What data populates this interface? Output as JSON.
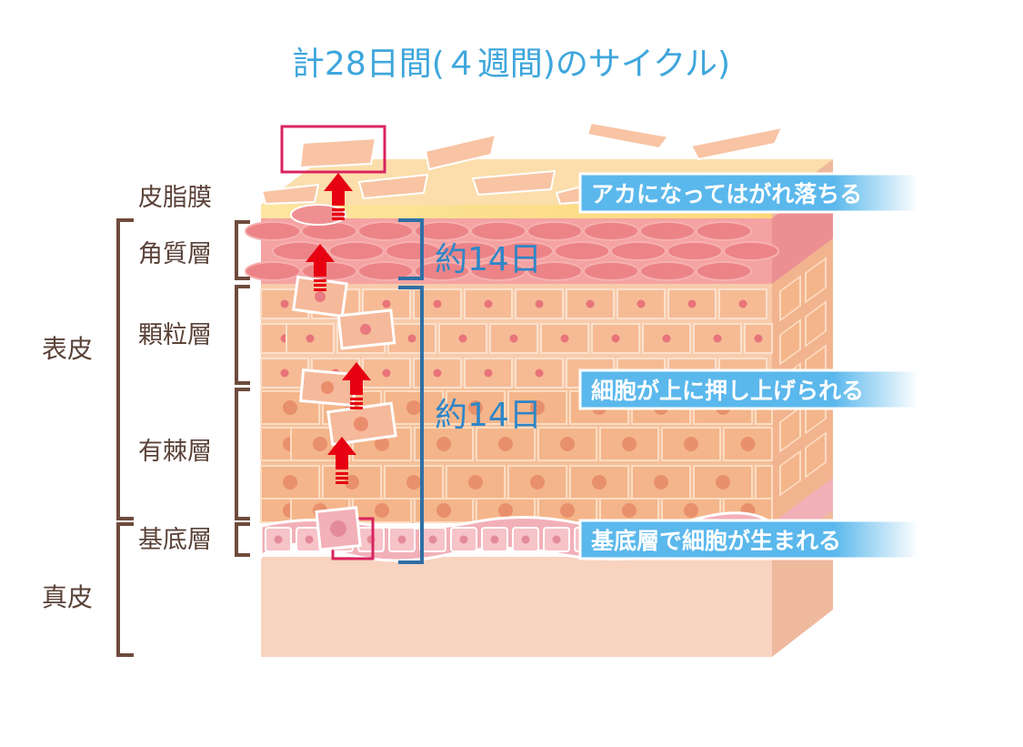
{
  "title": "計28日間(４週間)のサイクル)",
  "labels": {
    "sebum_membrane": "皮脂膜",
    "stratum_corneum": "角質層",
    "stratum_granulosum": "顆粒層",
    "stratum_spinosum": "有棘層",
    "stratum_basale": "基底層",
    "epidermis": "表皮",
    "dermis": "真皮"
  },
  "durations": {
    "upper": "約14日",
    "lower": "約14日"
  },
  "callouts": {
    "shed": "アカになってはがれ落ちる",
    "pushed_up": "細胞が上に押し上げられる",
    "born": "基底層で細胞が生まれる"
  },
  "colors": {
    "title": "#3ea6dc",
    "label": "#5a4238",
    "bracket_brown": "#6e4b3c",
    "bracket_blue": "#2f6fa5",
    "callout_bg": "#5bb8ec",
    "arrow": "#e60012",
    "highlight_box": "#d9245f",
    "corneum": "#f08f92",
    "granulosum": "#f7c7a3",
    "spinosum": "#f6c19a",
    "dermis": "#f7d3c0",
    "sebum": "#fde6a0"
  }
}
